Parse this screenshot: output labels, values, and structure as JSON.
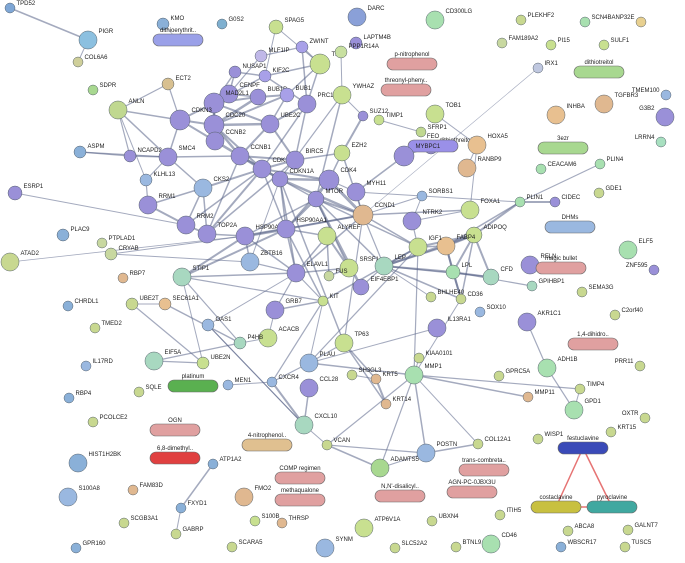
{
  "nodes": [
    {
      "id": "TPD52",
      "label": "TPD52",
      "color": "#7fa7d6"
    },
    {
      "id": "PIGR",
      "label": "PIGR",
      "color": "#8cc0e0"
    },
    {
      "id": "COL6A6",
      "label": "COL6A6",
      "color": "#cfcf9a"
    },
    {
      "id": "SDPR",
      "label": "SDPR",
      "color": "#a8d890"
    },
    {
      "id": "KMO",
      "label": "KMO",
      "color": "#8ab0d8"
    },
    {
      "id": "dithiocarb",
      "label": "dithioerythrit..",
      "color": "#9aa0e8",
      "shape": "pill"
    },
    {
      "id": "G0S2",
      "label": "G0S2",
      "color": "#7fb0d0"
    },
    {
      "id": "SPAG5",
      "label": "SPAG5",
      "color": "#c8e090"
    },
    {
      "id": "DARC",
      "label": "DARC",
      "color": "#8aa0d8"
    },
    {
      "id": "LAPTM4B",
      "label": "LAPTM4B",
      "color": "#9a90d8"
    },
    {
      "id": "CD300LG",
      "label": "CD300LG",
      "color": "#a8e0b0"
    },
    {
      "id": "PLEKHF2",
      "label": "PLEKHF2",
      "color": "#c8d890"
    },
    {
      "id": "SCN4B",
      "label": "SCN4B",
      "color": "#a8e0b0"
    },
    {
      "id": "ANP32E",
      "label": "ANP32E",
      "color": "#e8d090"
    },
    {
      "id": "FAM189A2",
      "label": "FAM189A2",
      "color": "#c8d8a0"
    },
    {
      "id": "PI15",
      "label": "PI15",
      "color": "#c8e090"
    },
    {
      "id": "SULF1",
      "label": "SULF1",
      "color": "#c8e090"
    },
    {
      "id": "IRX1",
      "label": "IRX1",
      "color": "#c0c8e0"
    },
    {
      "id": "dithiotreitol",
      "label": "dithiotreitol",
      "color": "#a8d890",
      "shape": "pill"
    },
    {
      "id": "TMEM100",
      "label": "TMEM100",
      "color": "#9ab8e0"
    },
    {
      "id": "G3B2",
      "label": "G3B2",
      "color": "#9a90d8"
    },
    {
      "id": "LRRN4",
      "label": "LRRN4",
      "color": "#a8e0c0"
    },
    {
      "id": "TGFBR3",
      "label": "TGFBR3",
      "color": "#e0b890"
    },
    {
      "id": "INHBA",
      "label": "INHBA",
      "color": "#e8c090"
    },
    {
      "id": "MLF1IP",
      "label": "MLF1IP",
      "color": "#c0b8e8"
    },
    {
      "id": "ZWINT",
      "label": "ZWINT",
      "color": "#a8a0e8"
    },
    {
      "id": "TPX2",
      "label": "TPX2",
      "color": "#c8e090"
    },
    {
      "id": "PPP1R14A",
      "label": "PPP1R14A",
      "color": "#c8e0a0"
    },
    {
      "id": "pnitrophenol",
      "label": "p-nitrophenol",
      "color": "#e0a0a0",
      "shape": "pill"
    },
    {
      "id": "threonyl",
      "label": "threonyl-pheny..",
      "color": "#e0a0a0",
      "shape": "pill"
    },
    {
      "id": "ECT2",
      "label": "ECT2",
      "color": "#d8c090"
    },
    {
      "id": "NUSAP1",
      "label": "NUSAP1",
      "color": "#9a90d8"
    },
    {
      "id": "KIF2C",
      "label": "KIF2C",
      "color": "#a8a0e8"
    },
    {
      "id": "CENPF",
      "label": "CENPF",
      "color": "#9a90d8"
    },
    {
      "id": "MAD2L1",
      "label": "MAD2L1",
      "color": "#9a90d8"
    },
    {
      "id": "BUB1B",
      "label": "BUB1B",
      "color": "#9a90d8"
    },
    {
      "id": "BUB1",
      "label": "BUB1",
      "color": "#a8a0e8"
    },
    {
      "id": "ANLN",
      "label": "ANLN",
      "color": "#c0d890"
    },
    {
      "id": "CDKN3",
      "label": "CDKN3",
      "color": "#9a90d8"
    },
    {
      "id": "CDC20",
      "label": "CDC20",
      "color": "#9a90d8"
    },
    {
      "id": "UBE2C",
      "label": "UBE2C",
      "color": "#9a90d8"
    },
    {
      "id": "PRC1",
      "label": "PRC1",
      "color": "#9a90d8"
    },
    {
      "id": "YWHAZ",
      "label": "YWHAZ",
      "color": "#c8e090"
    },
    {
      "id": "SUZ12",
      "label": "SUZ12",
      "color": "#9a90d8"
    },
    {
      "id": "TIMP1",
      "label": "TIMP1",
      "color": "#c8e090"
    },
    {
      "id": "TOB1",
      "label": "TOB1",
      "color": "#c8e090"
    },
    {
      "id": "SFRP1",
      "label": "SFRP1",
      "color": "#c0d890"
    },
    {
      "id": "dithiothreitol",
      "label": "dithiothreitol",
      "color": "#9a90d8"
    },
    {
      "id": "FEO",
      "label": "FEO",
      "color": "#9a90e8",
      "shape": "pill"
    },
    {
      "id": "HOXA5",
      "label": "HOXA5",
      "color": "#e8c090"
    },
    {
      "id": "3ezr",
      "label": "3ezr",
      "color": "#a8d890",
      "shape": "pill"
    },
    {
      "id": "CEACAM6",
      "label": "CEACAM6",
      "color": "#a8e0b0"
    },
    {
      "id": "PLIN4",
      "label": "PLIN4",
      "color": "#a8e0b0"
    },
    {
      "id": "GDE1",
      "label": "GDE1",
      "color": "#c8d890"
    },
    {
      "id": "ASPM",
      "label": "ASPM",
      "color": "#8ab0d8"
    },
    {
      "id": "NCAPD2",
      "label": "NCAPD2",
      "color": "#9a90d8"
    },
    {
      "id": "CCNB2",
      "label": "CCNB2",
      "color": "#9a90d8"
    },
    {
      "id": "SMC4",
      "label": "SMC4",
      "color": "#9a90d8"
    },
    {
      "id": "CCNB1",
      "label": "CCNB1",
      "color": "#9a90d8"
    },
    {
      "id": "CDK1",
      "label": "CDK1",
      "color": "#9a90d8"
    },
    {
      "id": "BIRC5",
      "label": "BIRC5",
      "color": "#9a90d8"
    },
    {
      "id": "CDK4",
      "label": "CDK4",
      "color": "#9a90d8"
    },
    {
      "id": "CDKN1A",
      "label": "CDKN1A",
      "color": "#9a90d8"
    },
    {
      "id": "EZH2",
      "label": "EZH2",
      "color": "#c8e090"
    },
    {
      "id": "MYBPC1",
      "label": "MYBPC1",
      "color": "#9a90d8"
    },
    {
      "id": "RANBP9",
      "label": "RANBP9",
      "color": "#e0b890"
    },
    {
      "id": "KLHL13",
      "label": "KLHL13",
      "color": "#9ab8e0"
    },
    {
      "id": "RRM1",
      "label": "RRM1",
      "color": "#9a90d8"
    },
    {
      "id": "CKS2",
      "label": "CKS2",
      "color": "#9ab8e0"
    },
    {
      "id": "ESRP1",
      "label": "ESRP1",
      "color": "#9a90d8"
    },
    {
      "id": "MYH11",
      "label": "MYH11",
      "color": "#9a90d8"
    },
    {
      "id": "MTOR",
      "label": "MTOR",
      "color": "#9a90d8"
    },
    {
      "id": "SORBS1",
      "label": "SORBS1",
      "color": "#9ab8e0"
    },
    {
      "id": "PLIN1",
      "label": "PLIN1",
      "color": "#a8e0b0"
    },
    {
      "id": "CIDEC",
      "label": "CIDEC",
      "color": "#9a90d8"
    },
    {
      "id": "DHMs",
      "label": "DHMs",
      "color": "#9ab8e0",
      "shape": "pill"
    },
    {
      "id": "ELF5",
      "label": "ELF5",
      "color": "#a8e0b0"
    },
    {
      "id": "ATAD2",
      "label": "ATAD2",
      "color": "#c8d890"
    },
    {
      "id": "PLAC9",
      "label": "PLAC9",
      "color": "#8ab0d8"
    },
    {
      "id": "PTPLAD1",
      "label": "PTPLAD1",
      "color": "#c8d8a0"
    },
    {
      "id": "RRM2",
      "label": "RRM2",
      "color": "#9a90d8"
    },
    {
      "id": "TOP2A",
      "label": "TOP2A",
      "color": "#9a90d8"
    },
    {
      "id": "HSP90AB1",
      "label": "HSP90AB1",
      "color": "#9a90d8"
    },
    {
      "id": "HSP90AA1",
      "label": "HSP90AA1",
      "color": "#9a90d8"
    },
    {
      "id": "ALYREF",
      "label": "ALYREF",
      "color": "#c8e090"
    },
    {
      "id": "CCND1",
      "label": "CCND1",
      "color": "#e0b890"
    },
    {
      "id": "NTRK2",
      "label": "NTRK2",
      "color": "#9a90d8"
    },
    {
      "id": "FOXA1",
      "label": "FOXA1",
      "color": "#c8e090"
    },
    {
      "id": "ADIPOQ",
      "label": "ADIPOQ",
      "color": "#c8e090"
    },
    {
      "id": "FABP4",
      "label": "FABP4",
      "color": "#e8c090"
    },
    {
      "id": "IGF1",
      "label": "IGF1",
      "color": "#c8e090"
    },
    {
      "id": "RELN",
      "label": "RELN",
      "color": "#9a90d8"
    },
    {
      "id": "magicbullet",
      "label": "magic bullet",
      "color": "#e0a0a0",
      "shape": "pill"
    },
    {
      "id": "ZNF595",
      "label": "ZNF595",
      "color": "#9a90d8"
    },
    {
      "id": "CRYAB",
      "label": "CRYAB",
      "color": "#c8d8a0"
    },
    {
      "id": "RBP7",
      "label": "RBP7",
      "color": "#e0b890"
    },
    {
      "id": "STIP1",
      "label": "STIP1",
      "color": "#a8d8c0"
    },
    {
      "id": "ZBTB16",
      "label": "ZBTB16",
      "color": "#9ab8e0"
    },
    {
      "id": "ELAVL1",
      "label": "ELAVL1",
      "color": "#9a90d8"
    },
    {
      "id": "SRSF1",
      "label": "SRSF1",
      "color": "#c8e090"
    },
    {
      "id": "FUS",
      "label": "FUS",
      "color": "#c8d8a0"
    },
    {
      "id": "EIF4EBP1",
      "label": "EIF4EBP1",
      "color": "#9a90d8"
    },
    {
      "id": "LEP",
      "label": "LEP",
      "color": "#a8d8c0"
    },
    {
      "id": "LPL",
      "label": "LPL",
      "color": "#a8e0b0"
    },
    {
      "id": "CFD",
      "label": "CFD",
      "color": "#a8d8c0"
    },
    {
      "id": "BHLHE40",
      "label": "BHLHE40",
      "color": "#c8d890"
    },
    {
      "id": "CD36",
      "label": "CD36",
      "color": "#c8d890"
    },
    {
      "id": "SOX10",
      "label": "SOX10",
      "color": "#9ab8e0"
    },
    {
      "id": "GPIHBP1",
      "label": "GPIHBP1",
      "color": "#a8d8c0"
    },
    {
      "id": "SEMA3G",
      "label": "SEMA3G",
      "color": "#c8d890"
    },
    {
      "id": "C2orf40",
      "label": "C2orf40",
      "color": "#c8d890"
    },
    {
      "id": "CHRDL1",
      "label": "CHRDL1",
      "color": "#8ab0d8"
    },
    {
      "id": "UBE2T",
      "label": "UBE2T",
      "color": "#c8d890"
    },
    {
      "id": "SEC61A1",
      "label": "SEC61A1",
      "color": "#e8c090"
    },
    {
      "id": "GRB7",
      "label": "GRB7",
      "color": "#9a90d8"
    },
    {
      "id": "KIT",
      "label": "KIT",
      "color": "#c8e090"
    },
    {
      "id": "IL13RA1",
      "label": "IL13RA1",
      "color": "#9a90d8"
    },
    {
      "id": "AKR1C1",
      "label": "AKR1C1",
      "color": "#9a90d8"
    },
    {
      "id": "14dihidro",
      "label": "1,4-dihidro..",
      "color": "#e0a0a0",
      "shape": "pill"
    },
    {
      "id": "TMED2",
      "label": "TMED2",
      "color": "#c8d890"
    },
    {
      "id": "OAS1",
      "label": "OAS1",
      "color": "#9ab8e0"
    },
    {
      "id": "ACACB",
      "label": "ACACB",
      "color": "#c8e090"
    },
    {
      "id": "P4HB",
      "label": "P4HB",
      "color": "#a8d8c0"
    },
    {
      "id": "IL17RD",
      "label": "IL17RD",
      "color": "#9ab8e0"
    },
    {
      "id": "EIF5A",
      "label": "EIF5A",
      "color": "#a8d8c0"
    },
    {
      "id": "UBE2N",
      "label": "UBE2N",
      "color": "#c8e090"
    },
    {
      "id": "PLAU",
      "label": "PLAU",
      "color": "#9ab8e0"
    },
    {
      "id": "TP63",
      "label": "TP63",
      "color": "#c8e090"
    },
    {
      "id": "KIAA0101",
      "label": "KIAA0101",
      "color": "#c8d890"
    },
    {
      "id": "GPRC5A",
      "label": "GPRC5A",
      "color": "#c8d890"
    },
    {
      "id": "ADH1B",
      "label": "ADH1B",
      "color": "#a8e0b0"
    },
    {
      "id": "PRR11",
      "label": "PRR11",
      "color": "#c8d890"
    },
    {
      "id": "RBP4",
      "label": "RBP4",
      "color": "#8ab0d8"
    },
    {
      "id": "SQLE",
      "label": "SQLE",
      "color": "#c8d890"
    },
    {
      "id": "platinum",
      "label": "platinum",
      "color": "#5ab050",
      "shape": "pill"
    },
    {
      "id": "MEN1",
      "label": "MEN1",
      "color": "#9ab8e0"
    },
    {
      "id": "CXCR4",
      "label": "CXCR4",
      "color": "#9ab8e0"
    },
    {
      "id": "CCL28",
      "label": "CCL28",
      "color": "#9a90d8"
    },
    {
      "id": "SH3GL3",
      "label": "SH3GL3",
      "color": "#c8d890"
    },
    {
      "id": "KRT5",
      "label": "KRT5",
      "color": "#e0b890"
    },
    {
      "id": "MMP1",
      "label": "MMP1",
      "color": "#a8e0b0"
    },
    {
      "id": "TIMP4",
      "label": "TIMP4",
      "color": "#c8d890"
    },
    {
      "id": "MMP11",
      "label": "MMP11",
      "color": "#e0b890"
    },
    {
      "id": "GPD1",
      "label": "GPD1",
      "color": "#a8e0b0"
    },
    {
      "id": "OXTR",
      "label": "OXTR",
      "color": "#c8d890"
    },
    {
      "id": "PCOLCE2",
      "label": "PCOLCE2",
      "color": "#c8d890"
    },
    {
      "id": "OGN",
      "label": "OGN",
      "color": "#e0a0a0",
      "shape": "pill"
    },
    {
      "id": "KRT14",
      "label": "KRT14",
      "color": "#e0b890"
    },
    {
      "id": "CXCL10",
      "label": "CXCL10",
      "color": "#a8d8c0"
    },
    {
      "id": "WISP1",
      "label": "WISP1",
      "color": "#c8d890"
    },
    {
      "id": "KRT15",
      "label": "KRT15",
      "color": "#c8d890"
    },
    {
      "id": "HIST1H2BK",
      "label": "HIST1H2BK",
      "color": "#8ab0d8"
    },
    {
      "id": "68dimethyl",
      "label": "6,8-dimethyl..",
      "color": "#e04040",
      "shape": "pill"
    },
    {
      "id": "4nitrophenol",
      "label": "4-nitrophenol..",
      "color": "#e0c090",
      "shape": "pill"
    },
    {
      "id": "VCAN",
      "label": "VCAN",
      "color": "#c8d890"
    },
    {
      "id": "ADAMTS5",
      "label": "ADAMTS5",
      "color": "#a8d890"
    },
    {
      "id": "POSTN",
      "label": "POSTN",
      "color": "#9ab8e0"
    },
    {
      "id": "COL12A1",
      "label": "COL12A1",
      "color": "#c8d890"
    },
    {
      "id": "festuclavine",
      "label": "festuclavine",
      "color": "#3a4ab8",
      "shape": "pill"
    },
    {
      "id": "transcombreta",
      "label": "trans-combreta..",
      "color": "#e0a0a0",
      "shape": "pill"
    },
    {
      "id": "S100A8",
      "label": "S100A8",
      "color": "#9ab8e0"
    },
    {
      "id": "FAM83D",
      "label": "FAM83D",
      "color": "#e0b890"
    },
    {
      "id": "ATP1A2",
      "label": "ATP1A2",
      "color": "#8ab0d8"
    },
    {
      "id": "COMPregimen",
      "label": "COMP regimen",
      "color": "#e0a0a0",
      "shape": "pill"
    },
    {
      "id": "methaqualone",
      "label": "methaqualone",
      "color": "#e0a0a0",
      "shape": "pill"
    },
    {
      "id": "NNdisalicyl",
      "label": "N,N'-disalicyl..",
      "color": "#e0a0a0",
      "shape": "pill"
    },
    {
      "id": "AGNPC",
      "label": "AGN-PC-0JBX3U",
      "color": "#e0a0a0",
      "shape": "pill"
    },
    {
      "id": "costaclavine",
      "label": "costaclavine",
      "color": "#c8c040",
      "shape": "pill"
    },
    {
      "id": "pyroclavine",
      "label": "pyroclavine",
      "color": "#40a8a0",
      "shape": "pill"
    },
    {
      "id": "FXYD1",
      "label": "FXYD1",
      "color": "#8ab0d8"
    },
    {
      "id": "FMO2",
      "label": "FMO2",
      "color": "#e0b890"
    },
    {
      "id": "S100B",
      "label": "S100B",
      "color": "#c8e090"
    },
    {
      "id": "ATP6V1A",
      "label": "ATP6V1A",
      "color": "#c8e090"
    },
    {
      "id": "UBXN4",
      "label": "UBXN4",
      "color": "#c8d890"
    },
    {
      "id": "ITIH5",
      "label": "ITIH5",
      "color": "#c8d890"
    },
    {
      "id": "CD46",
      "label": "CD46",
      "color": "#a8e0b0"
    },
    {
      "id": "ABCA8",
      "label": "ABCA8",
      "color": "#c8d890"
    },
    {
      "id": "GALNT7",
      "label": "GALNT7",
      "color": "#c8d890"
    },
    {
      "id": "SCGB3A1",
      "label": "SCGB3A1",
      "color": "#c8d890"
    },
    {
      "id": "GABRP",
      "label": "GABRP",
      "color": "#c8d890"
    },
    {
      "id": "THRSP",
      "label": "THRSP",
      "color": "#e0b890"
    },
    {
      "id": "GPR160",
      "label": "GPR160",
      "color": "#8ab0d8"
    },
    {
      "id": "SCARA5",
      "label": "SCARA5",
      "color": "#c8d890"
    },
    {
      "id": "SYNM",
      "label": "SYNM",
      "color": "#9ab8e0"
    },
    {
      "id": "SLC52A2",
      "label": "SLC52A2",
      "color": "#c8d890"
    },
    {
      "id": "BTNL9",
      "label": "BTNL9",
      "color": "#c8d890"
    },
    {
      "id": "WBSCR17",
      "label": "WBSCR17",
      "color": "#8ab0d8"
    },
    {
      "id": "TUSC5",
      "label": "TUSC5",
      "color": "#c8d890"
    }
  ]
}
